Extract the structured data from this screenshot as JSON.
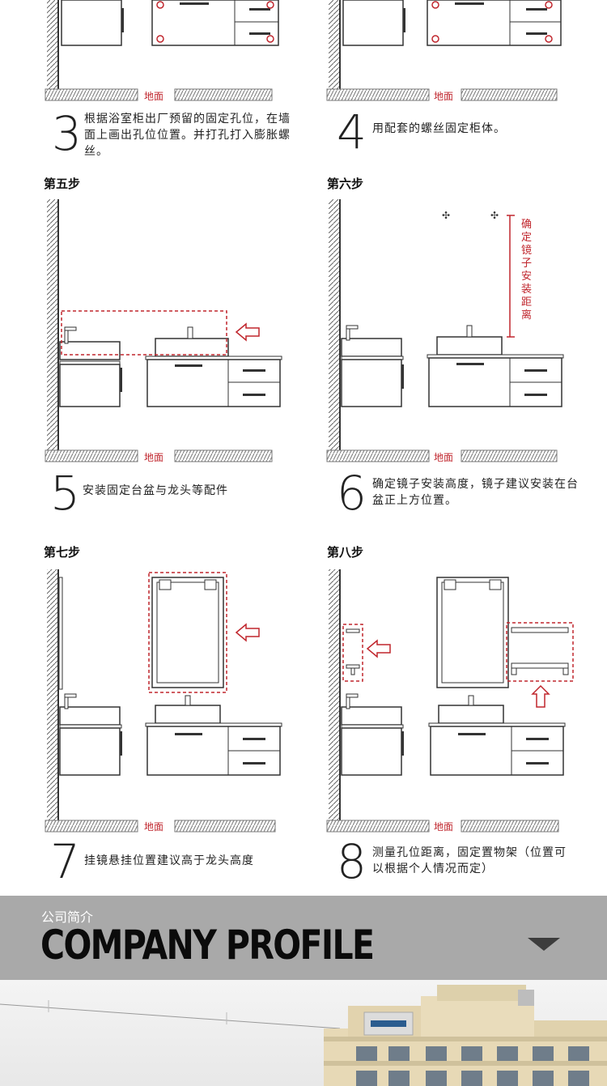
{
  "floor_label": "地面",
  "steps": [
    {
      "num": "3",
      "title": "",
      "desc": "根据浴室柜出厂预留的固定孔位，在墙面上画出孔位位置。并打孔打入膨胀螺丝。"
    },
    {
      "num": "4",
      "title": "",
      "desc": "用配套的螺丝固定柜体。"
    },
    {
      "num": "5",
      "title": "第五步",
      "desc": "安装固定台盆与龙头等配件"
    },
    {
      "num": "6",
      "title": "第六步",
      "desc": "确定镜子安装高度，镜子建议安装在台盆正上方位置。"
    },
    {
      "num": "7",
      "title": "第七步",
      "desc": "挂镜悬挂位置建议高于龙头高度"
    },
    {
      "num": "8",
      "title": "第八步",
      "desc": "测量孔位距离，固定置物架（位置可以根据个人情况而定）"
    }
  ],
  "step6_vertical_label": "确定镜子安装距离",
  "company": {
    "subtitle": "公司简介",
    "title": "COMPANY PROFILE"
  },
  "colors": {
    "accent_red": "#c0262d",
    "band_gray": "#a9a9a9"
  }
}
